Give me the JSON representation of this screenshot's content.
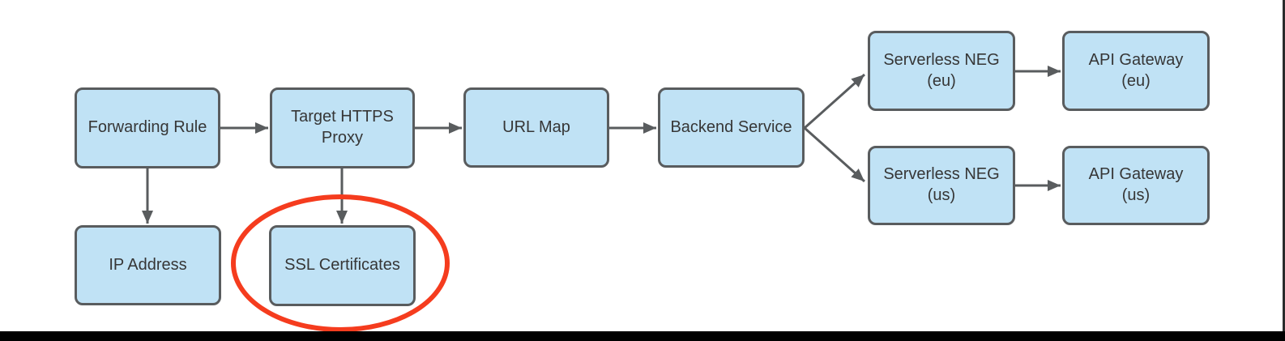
{
  "colors": {
    "canvas-bg": "#ffffff",
    "node-fill": "#c0e2f5",
    "node-border": "#595c5e",
    "node-text": "#363636",
    "arrow": "#595c5e",
    "highlight": "#f53c1e",
    "bottom-bar": "#000000",
    "right-edge": "#2b2b2b"
  },
  "diagram": {
    "nodes": [
      {
        "id": "forwarding-rule",
        "label": "Forwarding Rule"
      },
      {
        "id": "target-https-proxy",
        "label": "Target HTTPS\nProxy"
      },
      {
        "id": "url-map",
        "label": "URL Map"
      },
      {
        "id": "backend-service",
        "label": "Backend Service"
      },
      {
        "id": "serverless-neg-eu",
        "label": "Serverless NEG\n(eu)"
      },
      {
        "id": "api-gateway-eu",
        "label": "API Gateway\n(eu)"
      },
      {
        "id": "serverless-neg-us",
        "label": "Serverless NEG\n(us)"
      },
      {
        "id": "api-gateway-us",
        "label": "API Gateway\n(us)"
      },
      {
        "id": "ip-address",
        "label": "IP Address"
      },
      {
        "id": "ssl-certificates",
        "label": "SSL Certificates"
      }
    ],
    "edges": [
      {
        "from": "forwarding-rule",
        "to": "target-https-proxy"
      },
      {
        "from": "target-https-proxy",
        "to": "url-map"
      },
      {
        "from": "url-map",
        "to": "backend-service"
      },
      {
        "from": "backend-service",
        "to": "serverless-neg-eu"
      },
      {
        "from": "backend-service",
        "to": "serverless-neg-us"
      },
      {
        "from": "serverless-neg-eu",
        "to": "api-gateway-eu"
      },
      {
        "from": "serverless-neg-us",
        "to": "api-gateway-us"
      },
      {
        "from": "forwarding-rule",
        "to": "ip-address"
      },
      {
        "from": "target-https-proxy",
        "to": "ssl-certificates"
      }
    ],
    "highlight": {
      "shape": "ellipse",
      "around": "ssl-certificates",
      "color": "#f53c1e"
    }
  }
}
